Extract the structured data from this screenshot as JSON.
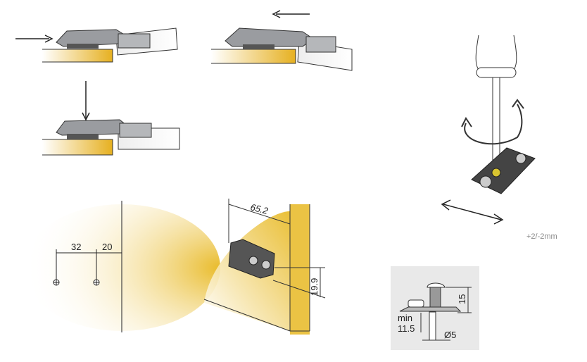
{
  "colors": {
    "wood": "#e8b923",
    "metal": "#8a8c90",
    "line": "#222222",
    "screw_bg": "#e9e9e9"
  },
  "drilling": {
    "dim_hole_spacing": "32",
    "dim_edge_distance": "20"
  },
  "mounting_plate": {
    "dim_length": "65.2",
    "dim_height": "19.9"
  },
  "adjustment": {
    "range_label": "+2/-2mm"
  },
  "screw": {
    "min_label": "min",
    "min_depth": "11.5",
    "diameter": "Ø5",
    "length": "15"
  }
}
